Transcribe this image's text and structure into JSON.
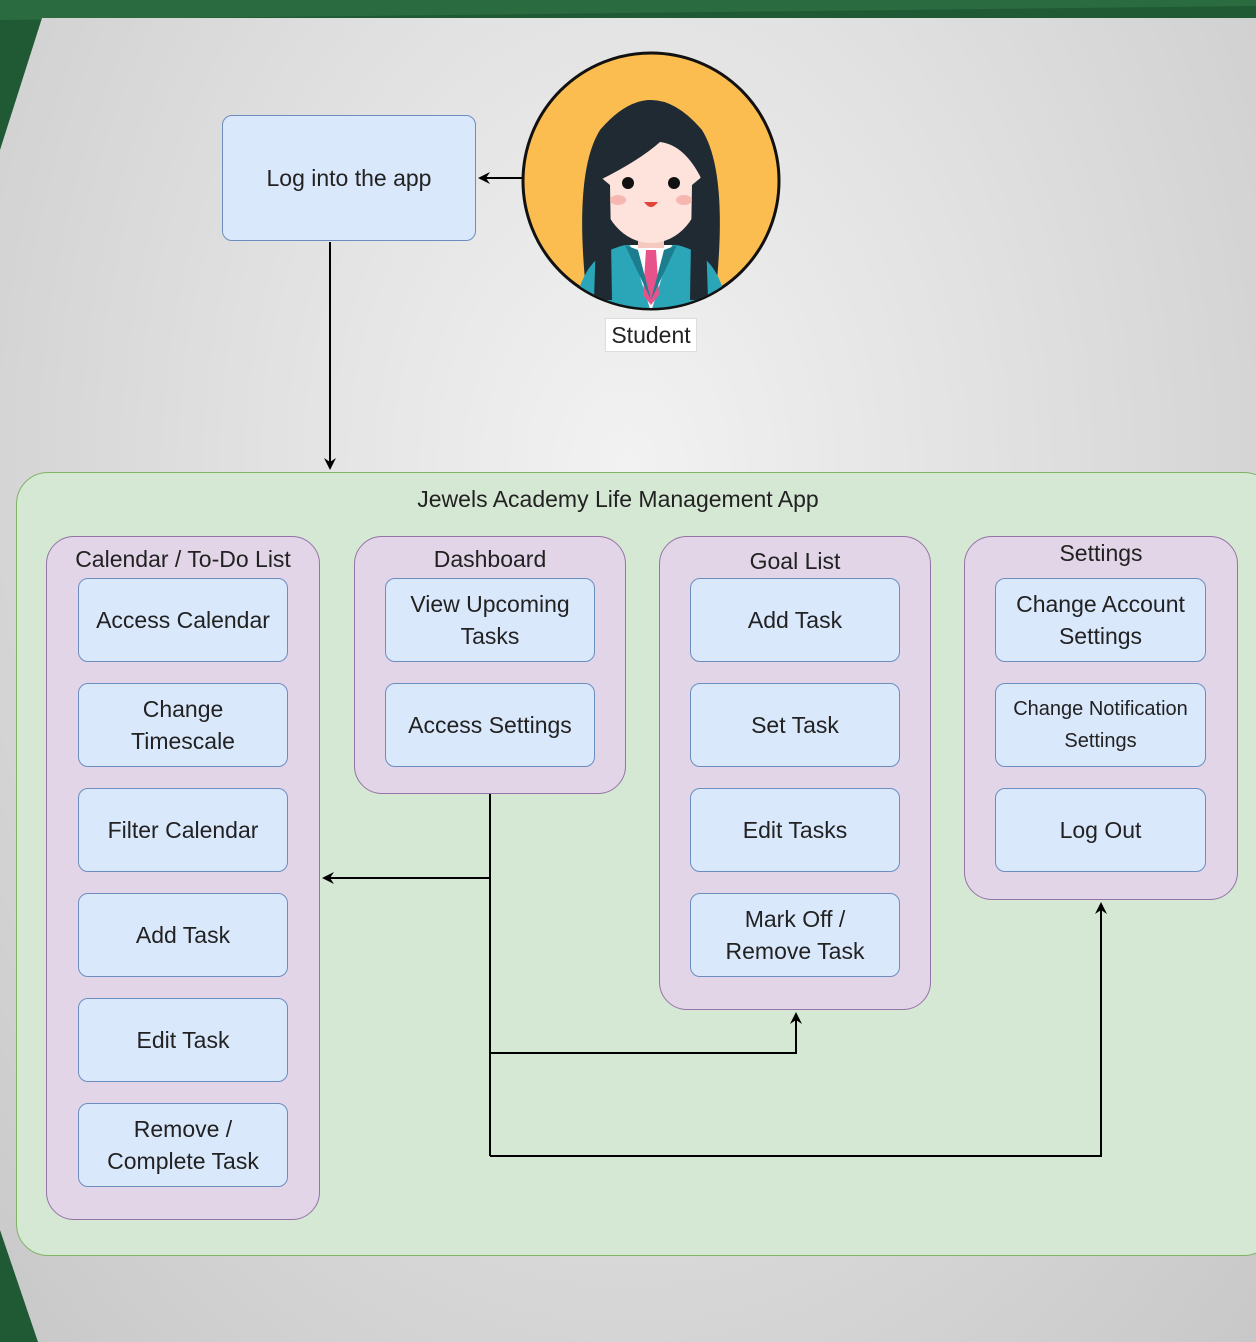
{
  "diagram": {
    "app_title": "Jewels Academy Life Management App",
    "actor": {
      "label": "Student"
    },
    "login_node": "Log into the app",
    "groups": {
      "calendar": {
        "title": "Calendar / To-Do List",
        "items": [
          "Access Calendar",
          "Change\nTimescale",
          "Filter Calendar",
          "Add Task",
          "Edit Task",
          "Remove /\nComplete Task"
        ]
      },
      "dashboard": {
        "title": "Dashboard",
        "items": [
          "View Upcoming\nTasks",
          "Access Settings"
        ]
      },
      "goal_list": {
        "title": "Goal List",
        "items": [
          "Add Task",
          "Set Task",
          "Edit Tasks",
          "Mark Off /\nRemove Task"
        ]
      },
      "settings": {
        "title": "Settings",
        "items": [
          "Change Account\nSettings",
          "Change Notification\nSettings",
          "Log Out"
        ]
      }
    }
  },
  "colors": {
    "frame_green": "#1f5a34",
    "node_fill": "#dae8fc",
    "node_stroke": "#6c8ebf",
    "group_fill": "#e1d5e7",
    "group_stroke": "#9673a6",
    "app_fill": "#d5e8d4",
    "app_stroke": "#82b366",
    "avatar_bg": "#fbbd4f"
  }
}
